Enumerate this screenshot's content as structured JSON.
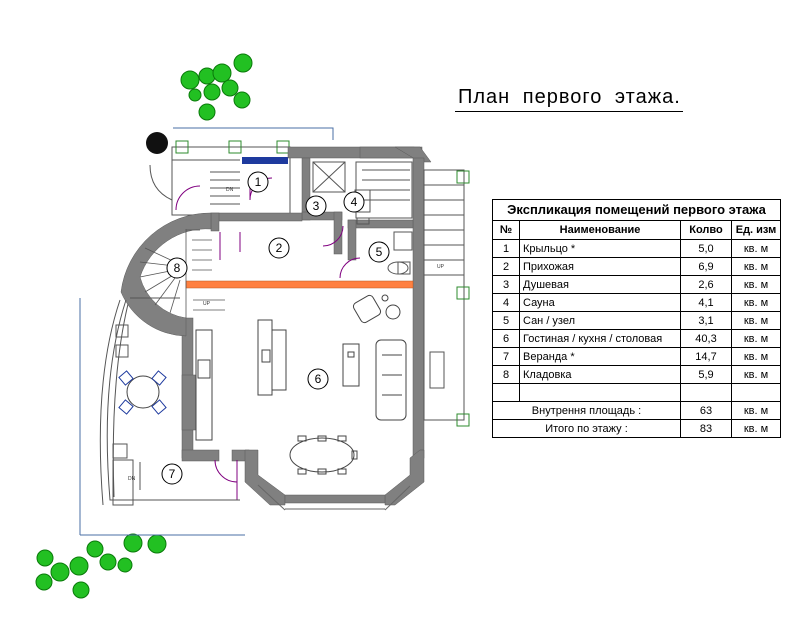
{
  "title": "План первого этажа.",
  "explication": {
    "heading": "Экспликация помещений первого этажа",
    "columns": [
      "№",
      "Наименование",
      "Колво",
      "Ед. изм"
    ],
    "rows": [
      {
        "num": "1",
        "name": "Крыльцо *",
        "qty": "5,0",
        "unit": "кв. м"
      },
      {
        "num": "2",
        "name": "Прихожая",
        "qty": "6,9",
        "unit": "кв. м"
      },
      {
        "num": "3",
        "name": "Душевая",
        "qty": "2,6",
        "unit": "кв. м"
      },
      {
        "num": "4",
        "name": "Сауна",
        "qty": "4,1",
        "unit": "кв. м"
      },
      {
        "num": "5",
        "name": "Сан / узел",
        "qty": "3,1",
        "unit": "кв. м"
      },
      {
        "num": "6",
        "name": "Гостиная / кухня / столовая",
        "qty": "40,3",
        "unit": "кв. м"
      },
      {
        "num": "7",
        "name": "Веранда *",
        "qty": "14,7",
        "unit": "кв. м"
      },
      {
        "num": "8",
        "name": "Кладовка",
        "qty": "5,9",
        "unit": "кв. м"
      }
    ],
    "inner_area": {
      "label": "Внутрення площадь :",
      "qty": "63",
      "unit": "кв. м"
    },
    "floor_total": {
      "label": "Итого по этажу :",
      "qty": "83",
      "unit": "кв. м"
    }
  },
  "plan": {
    "room_markers": [
      "1",
      "2",
      "3",
      "4",
      "5",
      "6",
      "7",
      "8"
    ],
    "dn_label_1": "DN",
    "dn_label_2": "DN",
    "up_label_1": "UP",
    "up_label_2": "UP",
    "colors": {
      "wall": "#808080",
      "wall_dark": "#5a5a5a",
      "partition": "#ff8040",
      "door": "#800080",
      "blue": "#1e3a9e",
      "plant": "#22c022",
      "plant_dark": "#0a7a0a",
      "grid": "#008000"
    }
  }
}
